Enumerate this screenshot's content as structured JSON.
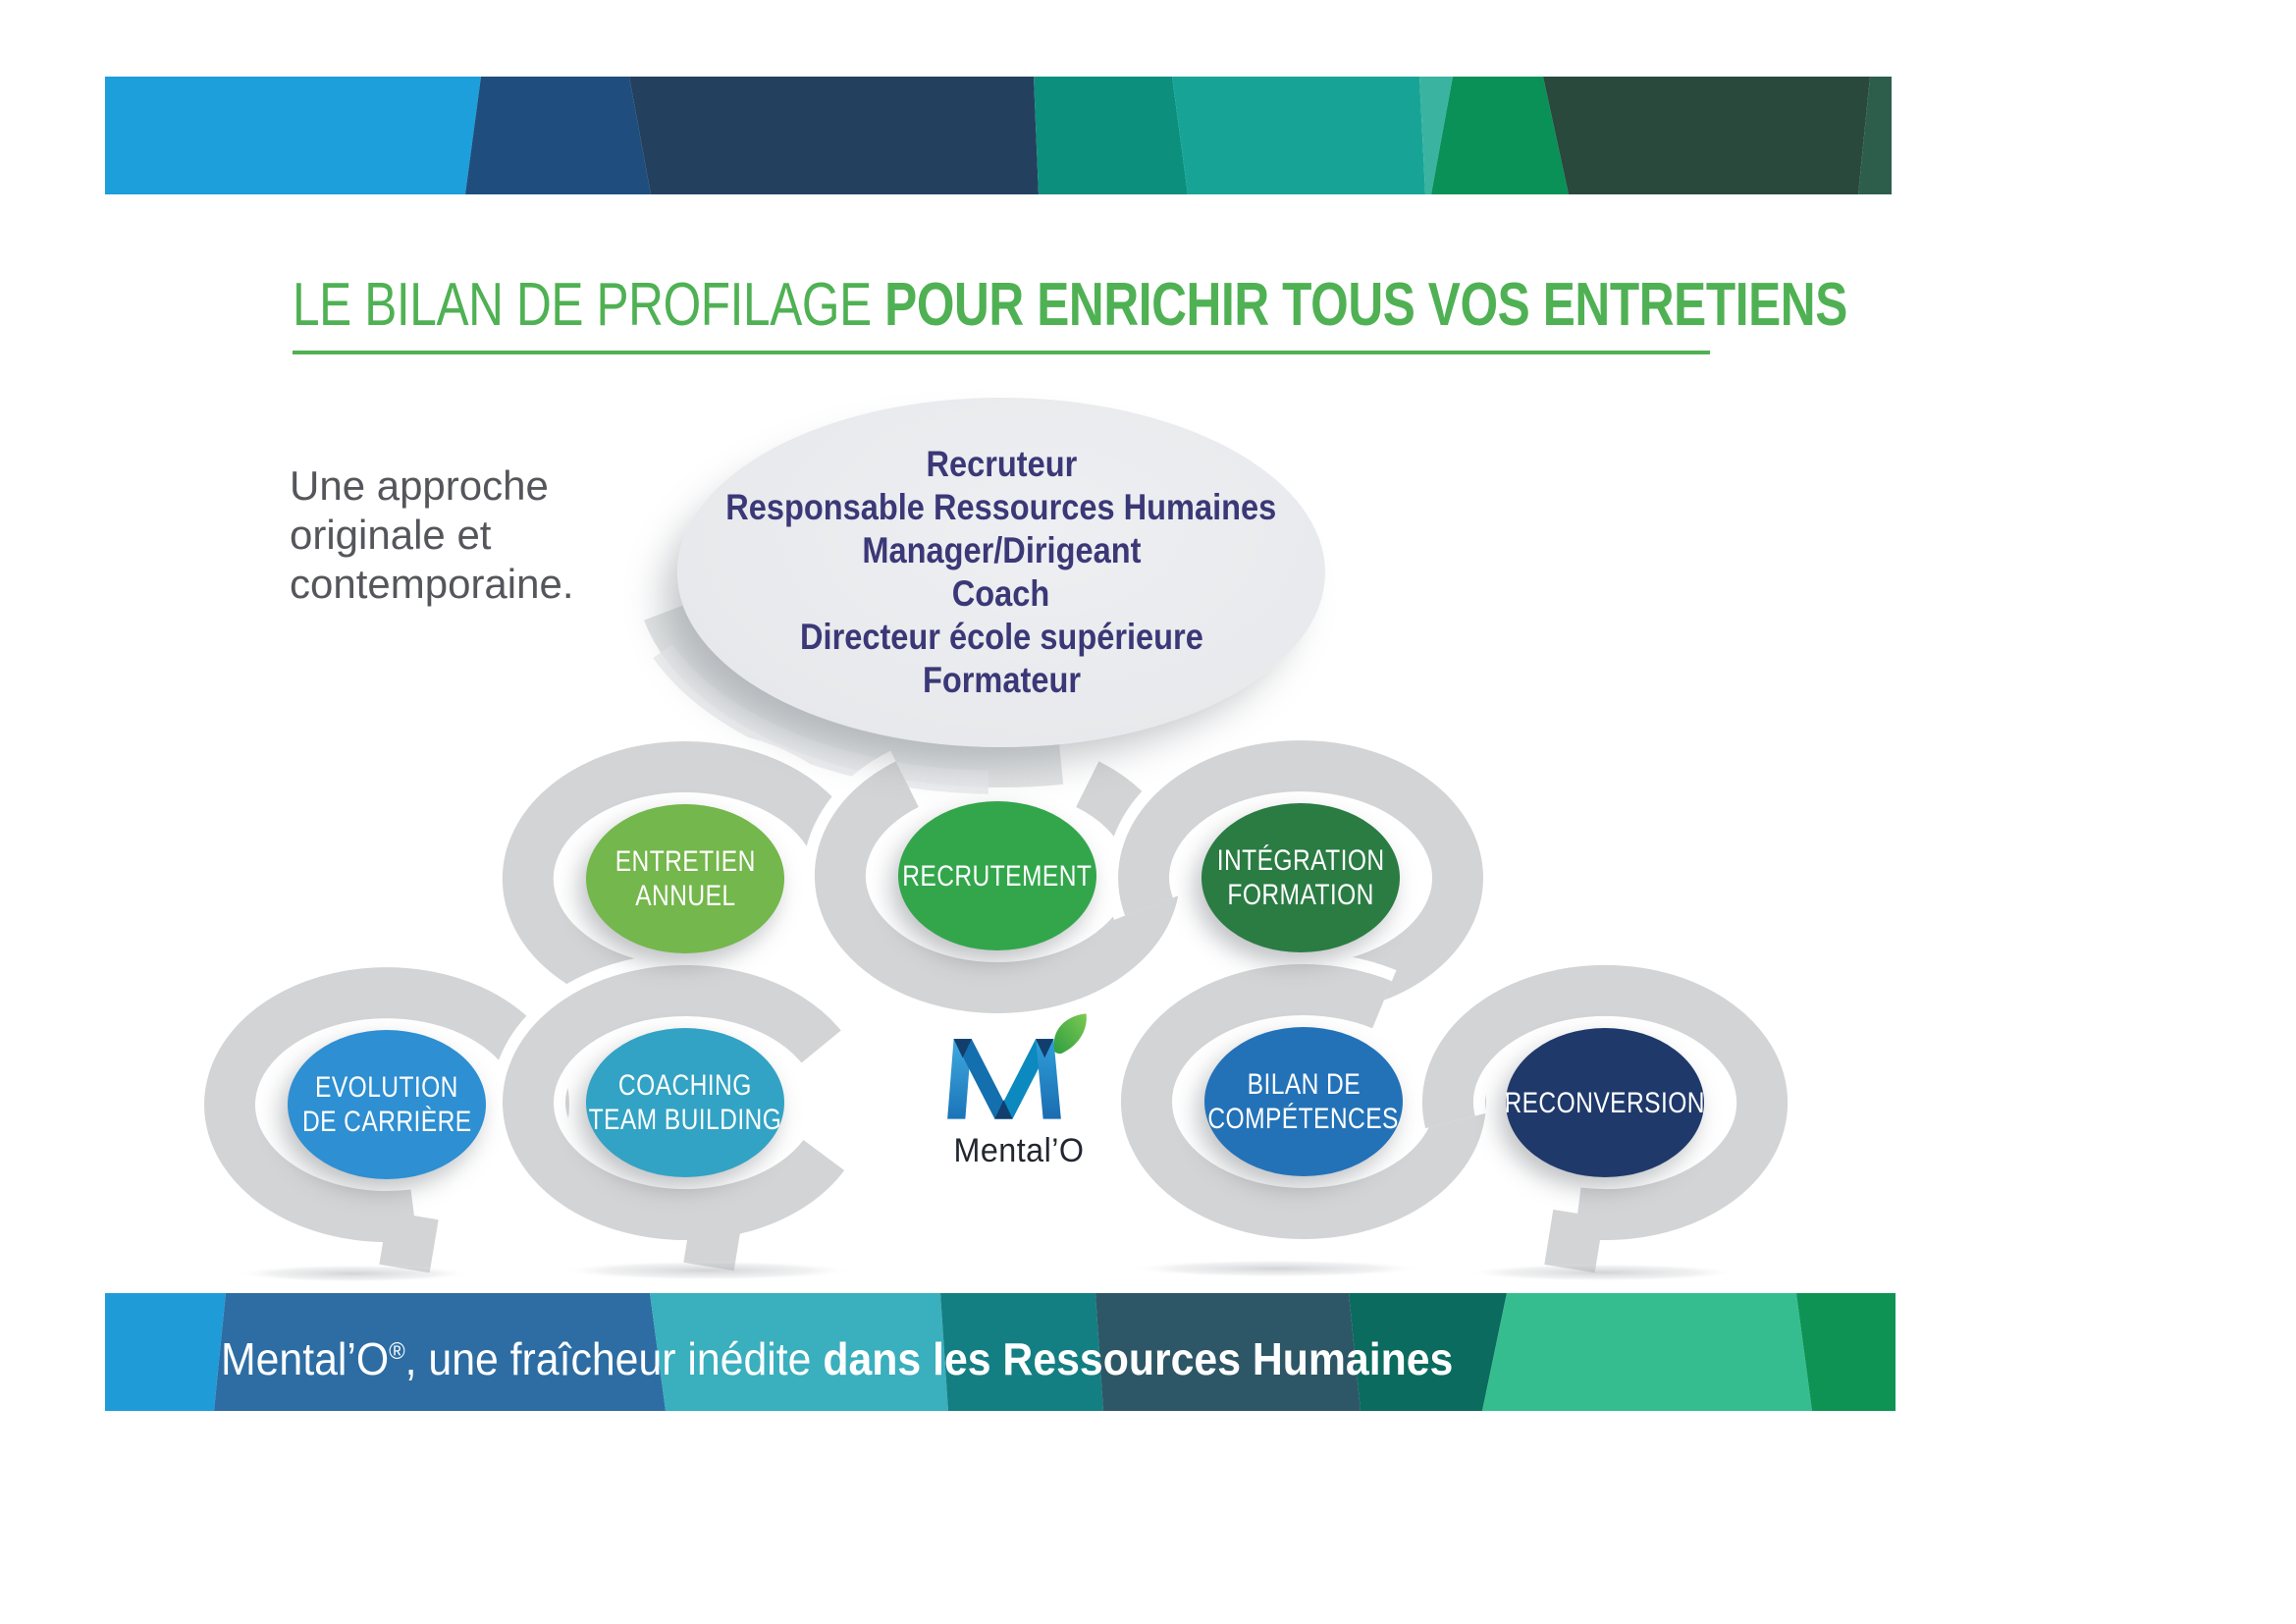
{
  "title": {
    "regular": "LE BILAN DE PROFILAGE ",
    "bold": "POUR ENRICHIR TOUS VOS ENTRETIENS"
  },
  "intro": {
    "lines": [
      "Une approche",
      "originale et",
      "contemporaine."
    ]
  },
  "audience_ellipse": {
    "roles": [
      "Recruteur",
      "Responsable Ressources Humaines",
      "Manager/Dirigeant",
      "Coach",
      "Directeur école supérieure",
      "Formateur"
    ]
  },
  "bubbles": [
    {
      "id": "entretien-annuel",
      "lines": [
        "ENTRETIEN",
        "ANNUEL"
      ],
      "color": "#74B74C"
    },
    {
      "id": "recrutement",
      "lines": [
        "RECRUTEMENT",
        ""
      ],
      "color": "#33A64C"
    },
    {
      "id": "integration-formation",
      "lines": [
        "INTÉGRATION",
        "FORMATION"
      ],
      "color": "#2A7C43"
    },
    {
      "id": "evolution-de-carriere",
      "lines": [
        "EVOLUTION",
        "DE CARRIÈRE"
      ],
      "color": "#2E8FD2"
    },
    {
      "id": "coaching-team-building",
      "lines": [
        "COACHING",
        "TEAM BUILDING"
      ],
      "color": "#32A3C4"
    },
    {
      "id": "bilan-de-competences",
      "lines": [
        "BILAN DE",
        "COMPÉTENCES"
      ],
      "color": "#2372B8"
    },
    {
      "id": "reconversion",
      "lines": [
        "RECONVERSION",
        ""
      ],
      "color": "#1F396B"
    }
  ],
  "logo": {
    "monogram": "M",
    "wordmark": "Mental’O"
  },
  "footer": {
    "brand": "Mental’O",
    "reg_mark": "®",
    "regular": ", une fraîcheur inédite ",
    "bold": "dans les Ressources Humaines"
  },
  "palette": {
    "title_green": "#4FB153",
    "roles_navy": "#3B3877",
    "intro_gray": "#55565B",
    "ring_gray": "#D3D4D6",
    "ellipse_gray": "#E9EBEE",
    "top_banner_colors": [
      "#1C9FDB",
      "#1F4E7E",
      "#24405F",
      "#0D8F7D",
      "#17A496",
      "#3BB3A1",
      "#0A9158",
      "#28493C",
      "#2D5E4C"
    ],
    "bottom_banner_colors": [
      "#1F9CD8",
      "#2D6DA3",
      "#3AAFBD",
      "#147F83",
      "#2D5767",
      "#0B6B5E",
      "#35BD8F",
      "#0E9355"
    ]
  }
}
